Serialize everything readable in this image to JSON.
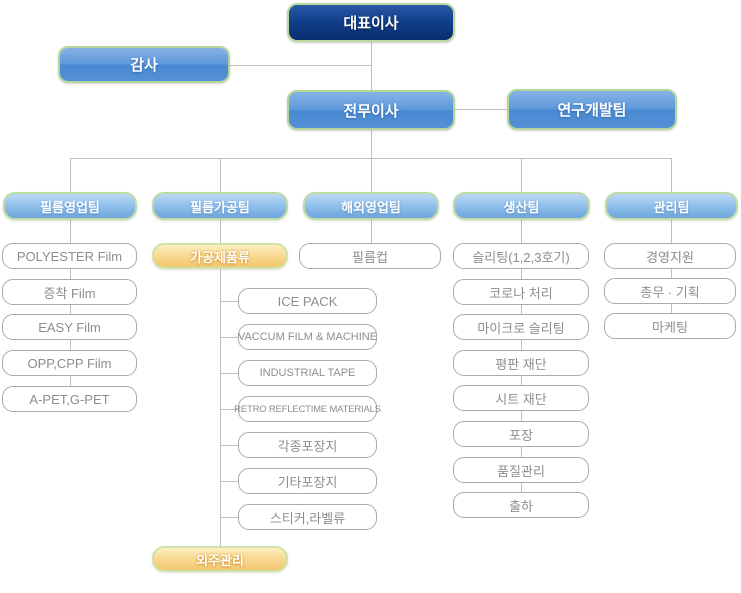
{
  "org": {
    "ceo": "대표이사",
    "auditor": "감사",
    "executive": "전무이사",
    "rnd": "연구개발팀"
  },
  "departments": [
    {
      "label": "필름영업팀",
      "items": [
        "POLYESTER Film",
        "증착 Film",
        "EASY Film",
        "OPP,CPP Film",
        "A-PET,G-PET"
      ]
    },
    {
      "label": "필름가공팀",
      "group": "가공제품류",
      "group_items": [
        "ICE PACK",
        "VACCUM FILM & MACHINE",
        "INDUSTRIAL TAPE",
        "RETRO REFLECTIME MATERIALS",
        "각종포장지",
        "기타포장지",
        "스티커,라벨류"
      ],
      "outsourcing": "외주관리"
    },
    {
      "label": "해외영업팀",
      "items": [
        "필름컵"
      ]
    },
    {
      "label": "생산팀",
      "items": [
        "슬리팅(1,2,3호기)",
        "코로나 처리",
        "마이크로 슬리팅",
        "평판 재단",
        "시트 재단",
        "포장",
        "품질관리",
        "출하"
      ]
    },
    {
      "label": "관리팀",
      "items": [
        "경영지원",
        "총무 · 기획",
        "마케팅"
      ]
    }
  ],
  "colors": {
    "ceo_box": "#0c3480",
    "blue_box": "#5b97d9",
    "header_box": "#8fc0ec",
    "orange_box": "#f5d184",
    "item_border": "#ababab",
    "item_text": "#8d8d8d",
    "connector": "#bfbfbf",
    "border_green": "#bcdca4"
  }
}
